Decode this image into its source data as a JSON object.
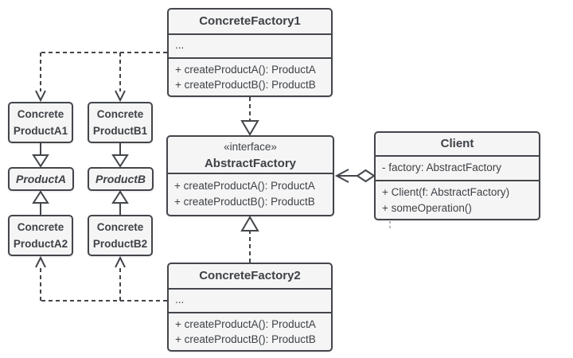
{
  "colors": {
    "stroke": "#43464b",
    "box_fill": "#f5f5f5",
    "background": "#ffffff",
    "text": "#3e4146"
  },
  "classes": {
    "concrete_factory_1": {
      "title": "ConcreteFactory1",
      "attributes": [
        "..."
      ],
      "methods": [
        "+ createProductA(): ProductA",
        "+ createProductB(): ProductB"
      ]
    },
    "abstract_factory": {
      "stereotype": "«interface»",
      "title": "AbstractFactory",
      "methods": [
        "+ createProductA(): ProductA",
        "+ createProductB(): ProductB"
      ]
    },
    "concrete_factory_2": {
      "title": "ConcreteFactory2",
      "attributes": [
        "..."
      ],
      "methods": [
        "+ createProductA(): ProductA",
        "+ createProductB(): ProductB"
      ]
    },
    "client": {
      "title": "Client",
      "attributes": [
        "- factory: AbstractFactory"
      ],
      "methods": [
        "+ Client(f: AbstractFactory)",
        "+ someOperation()"
      ]
    },
    "concrete_product_a1": {
      "lines": [
        "Concrete",
        "ProductA1"
      ]
    },
    "concrete_product_b1": {
      "lines": [
        "Concrete",
        "ProductB1"
      ]
    },
    "product_a": {
      "title": "ProductA"
    },
    "product_b": {
      "title": "ProductB"
    },
    "concrete_product_a2": {
      "lines": [
        "Concrete",
        "ProductA2"
      ]
    },
    "concrete_product_b2": {
      "lines": [
        "Concrete",
        "ProductB2"
      ]
    }
  },
  "relationships": [
    {
      "type": "realization",
      "from": "ConcreteFactory1",
      "to": "AbstractFactory"
    },
    {
      "type": "realization",
      "from": "ConcreteFactory2",
      "to": "AbstractFactory"
    },
    {
      "type": "dependency",
      "from": "ConcreteFactory1",
      "to": "ConcreteProductA1"
    },
    {
      "type": "dependency",
      "from": "ConcreteFactory1",
      "to": "ConcreteProductB1"
    },
    {
      "type": "dependency",
      "from": "ConcreteFactory2",
      "to": "ConcreteProductA2"
    },
    {
      "type": "dependency",
      "from": "ConcreteFactory2",
      "to": "ConcreteProductB2"
    },
    {
      "type": "generalization",
      "from": "ConcreteProductA1",
      "to": "ProductA"
    },
    {
      "type": "generalization",
      "from": "ConcreteProductA2",
      "to": "ProductA"
    },
    {
      "type": "generalization",
      "from": "ConcreteProductB1",
      "to": "ProductB"
    },
    {
      "type": "generalization",
      "from": "ConcreteProductB2",
      "to": "ProductB"
    },
    {
      "type": "aggregation",
      "from": "Client",
      "to": "AbstractFactory"
    }
  ]
}
